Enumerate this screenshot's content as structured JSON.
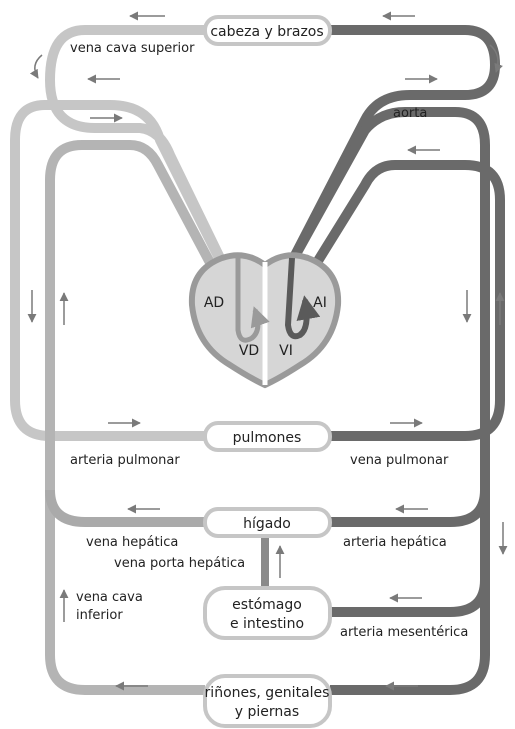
{
  "organs": {
    "head_arms": "cabeza y brazos",
    "lungs": "pulmones",
    "liver": "hígado",
    "stomach_line1": "estómago",
    "stomach_line2": "e intestino",
    "lower_line1": "riñones, genitales",
    "lower_line2": "y piernas"
  },
  "vessels": {
    "superior_vena_cava": "vena cava superior",
    "aorta": "aorta",
    "pulmonary_artery": "arteria pulmonar",
    "pulmonary_vein": "vena pulmonar",
    "hepatic_vein": "vena hepática",
    "hepatic_portal_vein": "vena porta hepática",
    "hepatic_artery": "arteria hepática",
    "inferior_vena_cava_line1": "vena cava",
    "inferior_vena_cava_line2": "inferior",
    "mesenteric_artery": "arteria mesentérica"
  },
  "heart": {
    "right_atrium": "AD",
    "left_atrium": "AI",
    "right_ventricle": "VD",
    "left_ventricle": "VI"
  },
  "colors": {
    "light_vessel": "#c6c6c6",
    "mid_vessel": "#aaaaaa",
    "dark_vessel": "#6a6a6a",
    "heart_fill": "#d6d6d6",
    "arrow": "#7a7a7a"
  }
}
